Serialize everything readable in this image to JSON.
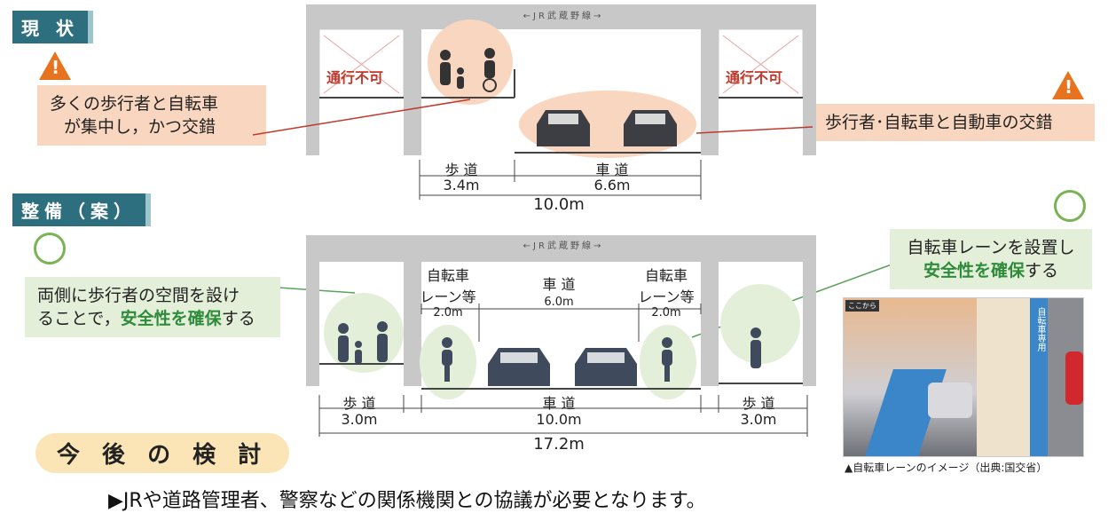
{
  "current": {
    "tag": "現 状",
    "rail_label": "←JR武蔵野線→",
    "no_entry": "通行不可",
    "left_note": [
      "多くの歩行者と自転車",
      "が集中し，かつ交錯"
    ],
    "right_note": "歩行者･自転車と自動車の交錯",
    "sidewalk_label": "歩 道",
    "road_label": "車 道",
    "sidewalk_width": "3.4m",
    "road_width": "6.6m",
    "total_width": "10.0m"
  },
  "plan": {
    "tag": "整備（案）",
    "rail_label": "←JR武蔵野線→",
    "left_note_line1": "両側に歩行者の空間を設け",
    "left_note_line2_pre": "ることで，",
    "left_note_line2_hl": "安全性を確保",
    "left_note_line2_post": "する",
    "right_note_line1": "自転車レーンを設置し",
    "right_note_line2_hl": "安全性を確保",
    "right_note_line2_post": "する",
    "bike_lane_label_1": "自転車",
    "bike_lane_label_2": "レーン等",
    "bike_lane_width": "2.0m",
    "lane_label": "車 道",
    "lane_width": "6.0m",
    "sidewalk_label": "歩 道",
    "road_label": "車 道",
    "sidewalk_width": "3.0m",
    "road_width": "10.0m",
    "total_width": "17.2m"
  },
  "photo": {
    "corner_label": "ここから",
    "lane_sign": "自転車専用",
    "caption": "▲自転車レーンのイメージ（出典:国交省）"
  },
  "future": {
    "title": "今 後 の 検 討",
    "text": "▶JRや道路管理者、警察などの関係機関との協議が必要となります。"
  },
  "colors": {
    "tag_bg": "#2e6f7f",
    "warning": "#e8731e",
    "highlight_green": "#2e8b3a",
    "no_entry_red": "#c0392b"
  }
}
